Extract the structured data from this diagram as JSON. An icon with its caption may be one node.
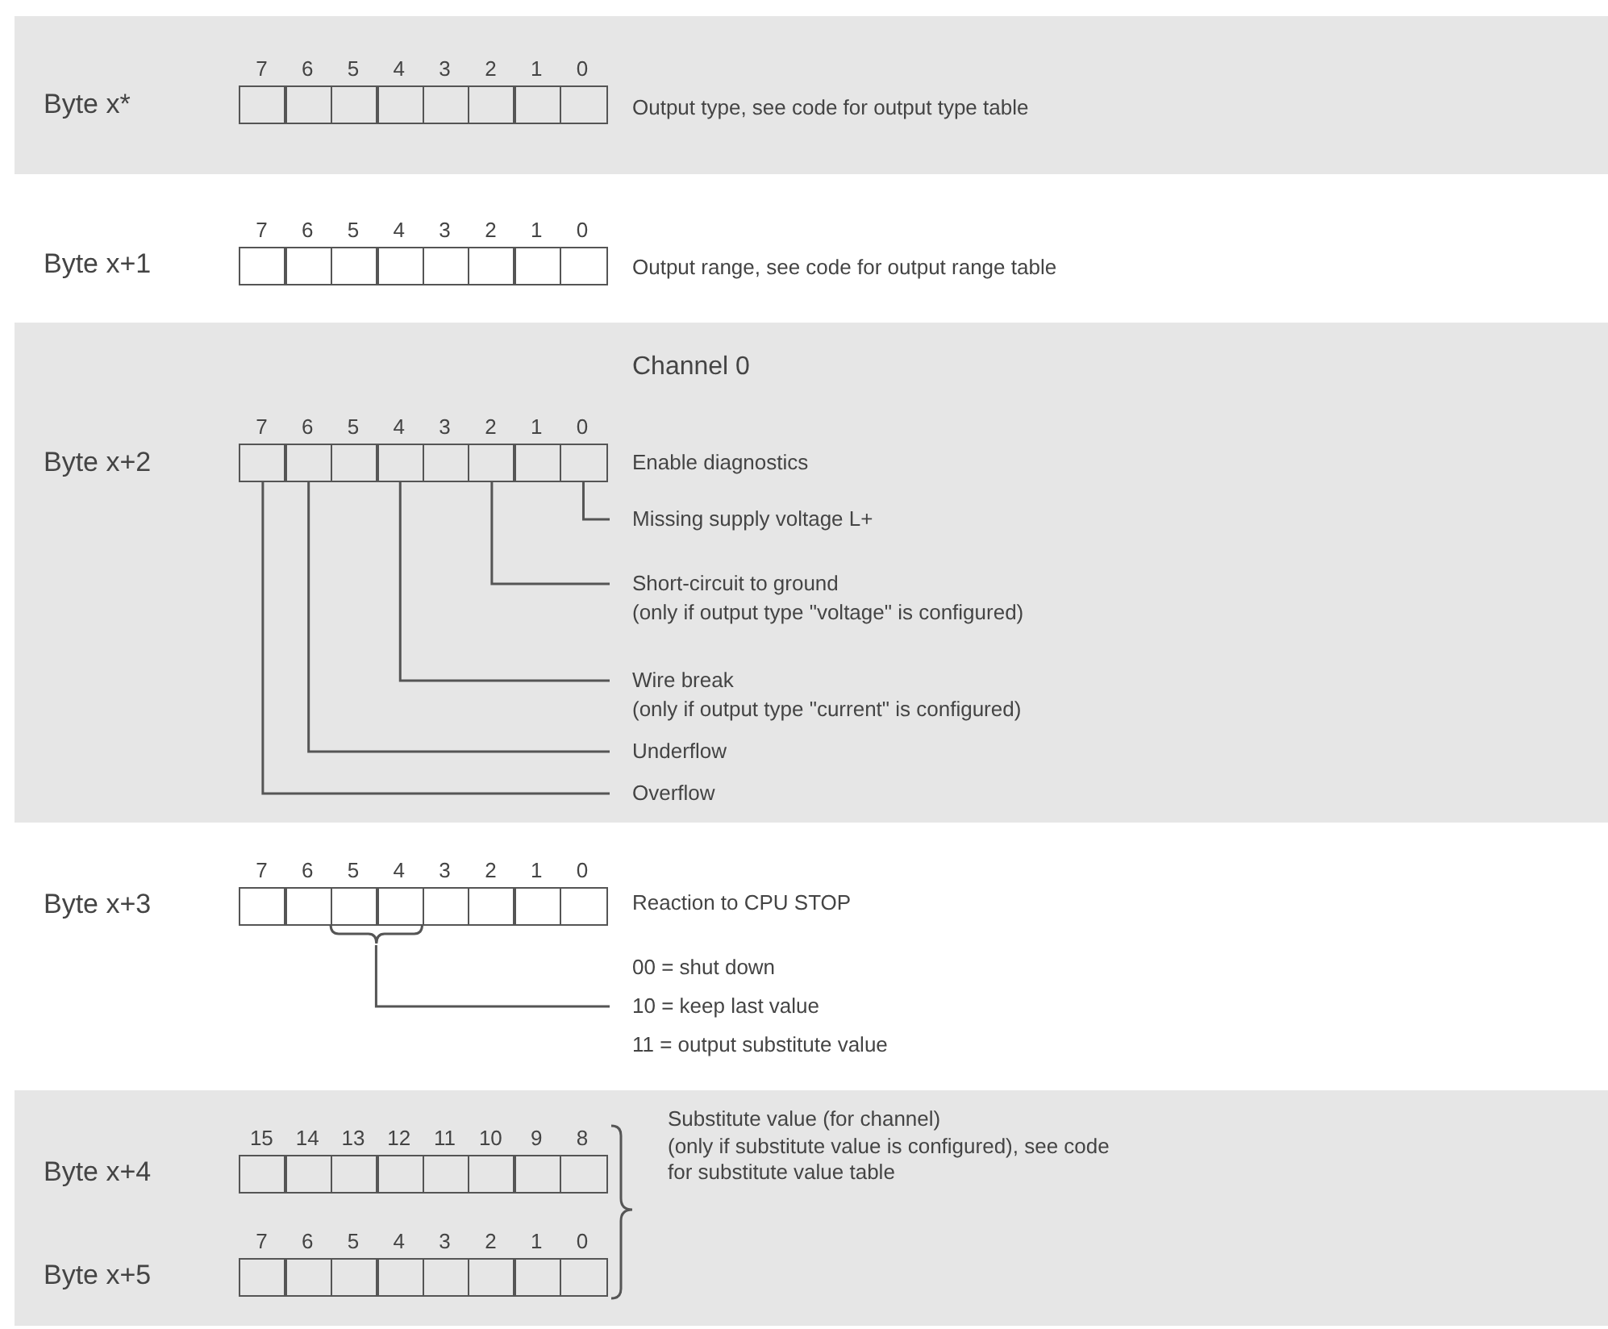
{
  "diagram": {
    "nodes": [
      {
        "text": [
          "Byte x*",
          "Output type, see code for output type table"
        ]
      },
      {
        "text": [
          "Byte x+1",
          "Output range, see code for output range table"
        ]
      },
      {
        "text": [
          "Channel 0",
          "Byte x+2",
          "Enable diagnostics"
        ]
      },
      {
        "text": [],
        "shape": "box",
        "in": 2
      },
      {
        "text": [
          "Missing supply voltage L+"
        ],
        "in": 2
      },
      {
        "text": [],
        "shape": "box",
        "in": 2
      },
      {
        "text": [
          "Short-circuit to ground",
          "(only if output type \"voltage\" is configured)"
        ],
        "in": 2
      },
      {
        "text": [],
        "shape": "box",
        "in": 2
      },
      {
        "text": [
          "Wire break",
          "(only if output type \"current\" is configured)"
        ],
        "in": 2
      },
      {
        "text": [],
        "shape": "box",
        "in": 2
      },
      {
        "text": [
          "Underflow"
        ],
        "in": 2
      },
      {
        "text": [],
        "shape": "box",
        "in": 2
      },
      {
        "text": [
          "Overflow"
        ],
        "in": 2
      },
      {
        "text": [
          "Byte x+3",
          "Reaction to CPU STOP"
        ]
      },
      {
        "text": [],
        "shape": "bracket",
        "in": 13
      },
      {
        "text": [
          "00 = shut down",
          "10 = keep last value",
          "11 = output substitute value"
        ],
        "in": 13
      },
      {
        "text": [
          "Byte x+4",
          "Byte x+5",
          "Substitute value (for channel)",
          "(only if substitute value is configured), see code for substitute value table"
        ]
      }
    ],
    "edges": [
      {
        "from": 4,
        "to": 3,
        "arrow": "none"
      },
      {
        "from": 6,
        "to": 5,
        "arrow": "none"
      },
      {
        "from": 8,
        "to": 7,
        "arrow": "none"
      },
      {
        "from": 10,
        "to": 9,
        "arrow": "none"
      },
      {
        "from": 12,
        "to": 11,
        "arrow": "none"
      },
      {
        "from": 15,
        "to": 14,
        "arrow": "none"
      }
    ],
    "labels": [
      "7",
      "6",
      "5",
      "4",
      "3",
      "2",
      "1",
      "0",
      "7",
      "6",
      "5",
      "4",
      "3",
      "2",
      "1",
      "0",
      "7",
      "6",
      "5",
      "4",
      "3",
      "2",
      "1",
      "0",
      "7",
      "6",
      "5",
      "4",
      "3",
      "2",
      "1",
      "0",
      "15",
      "14",
      "13",
      "12",
      "11",
      "10",
      "9",
      "8",
      "7",
      "6",
      "5",
      "4",
      "3",
      "2",
      "1",
      "0"
    ]
  }
}
